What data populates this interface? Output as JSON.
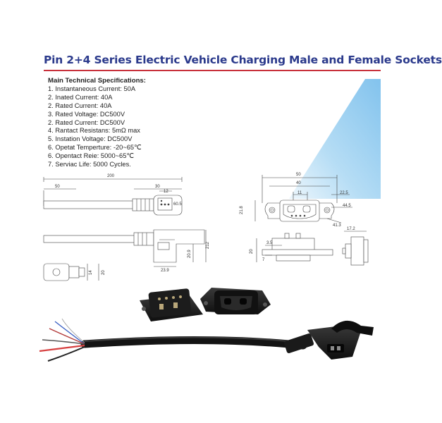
{
  "title": "Pin 2+4 Series Electric Vehicle Charging Male and Female Sockets",
  "specs_header": "Main Technical Specifications:",
  "specs": [
    "1. Instantaneous Current: 50A",
    "2. Inated Current:  40A",
    "2. Rated Current:  40A",
    "3. Rated Voltage: DC500V",
    "2. Rated Current: DC500V",
    "4. Rantact Resistans: 5mΩ max",
    "5. Instation Voltage: DC500V",
    "6. Opetat Temperture: -20~65℃",
    "6. Opentact Reie: 5000~65℃",
    "7. Serviac Life: 5000 Cycles."
  ],
  "dims": {
    "d200": "200",
    "d50a": "50",
    "d30": "30",
    "d12": "12",
    "d605": "60.5",
    "d212": "212",
    "d209": "20.9",
    "d239": "23.9",
    "d20": "20",
    "d14": "14",
    "d50b": "50",
    "d40": "40",
    "d11": "11",
    "d225": "22.5",
    "d445": "44.5",
    "d218": "21.8",
    "d413": "41.3",
    "d35": "3.5",
    "d7": "7",
    "d20b": "20",
    "d172": "17.2"
  },
  "colors": {
    "title": "#2b3a8c",
    "rule": "#c8303a",
    "glow": "#7fc4ee"
  }
}
